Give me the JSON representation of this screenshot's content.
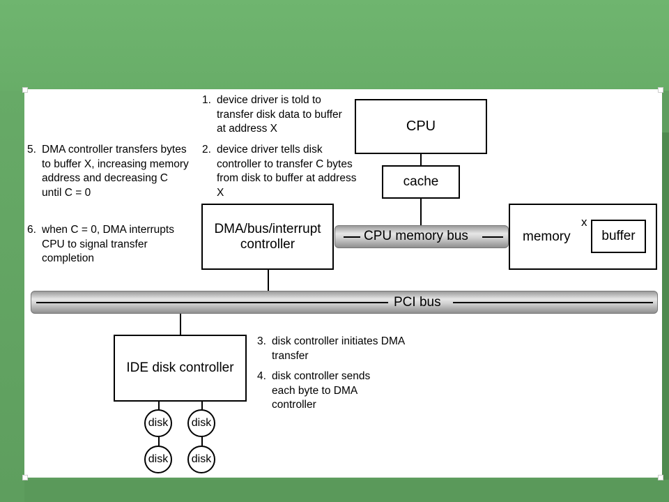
{
  "diagram": {
    "boxes": {
      "cpu": "CPU",
      "cache": "cache",
      "dma_controller": "DMA/bus/interrupt controller",
      "memory": "memory",
      "buffer": "buffer",
      "buffer_address": "x",
      "ide_controller": "IDE disk controller"
    },
    "buses": {
      "cpu_memory_bus": "CPU memory bus",
      "pci_bus": "PCI bus"
    },
    "disks": [
      "disk",
      "disk",
      "disk",
      "disk"
    ],
    "steps": [
      {
        "num": "1.",
        "text": "device driver is told to transfer disk data to buffer at address X"
      },
      {
        "num": "2.",
        "text": "device driver tells disk controller to transfer C bytes from disk to buffer at address X"
      },
      {
        "num": "3.",
        "text": "disk controller initiates DMA transfer"
      },
      {
        "num": "4.",
        "text": "disk controller sends each byte to DMA controller"
      },
      {
        "num": "5.",
        "text": "DMA controller transfers bytes to buffer X, increasing memory address and decreasing C until C = 0"
      },
      {
        "num": "6.",
        "text": "when C = 0, DMA interrupts CPU to signal transfer completion"
      }
    ]
  }
}
